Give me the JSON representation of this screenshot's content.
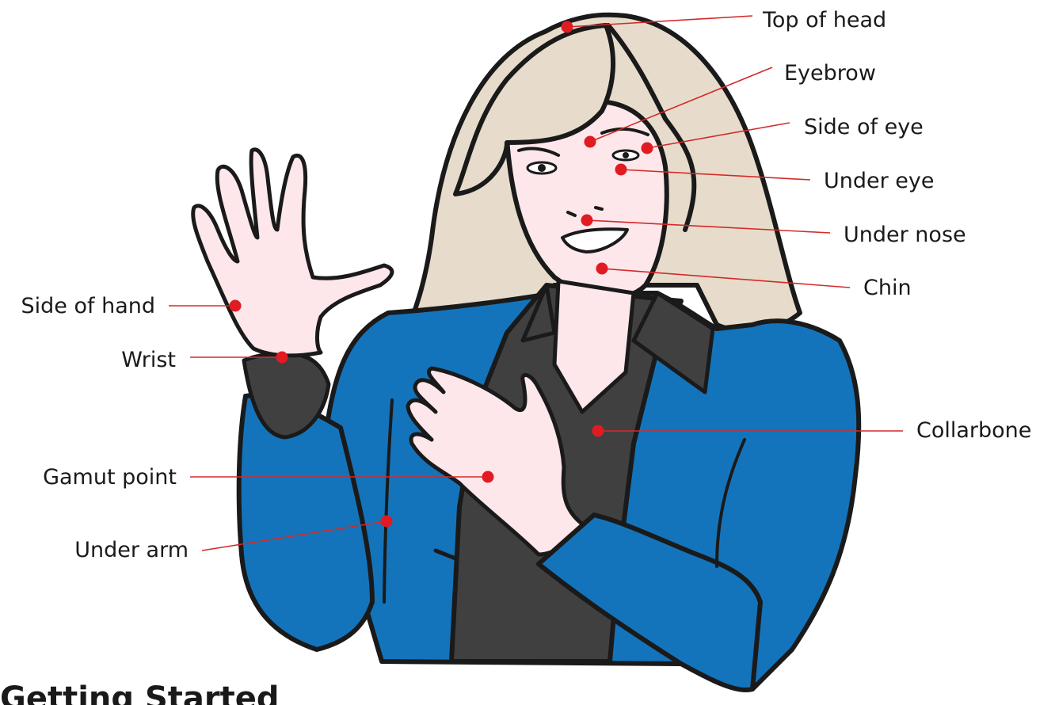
{
  "colors": {
    "hair": "#e7dccb",
    "skin": "#fde7ea",
    "jacket": "#1474bb",
    "shirt": "#404040",
    "outline": "#1a1a1a",
    "point": "#e11b22",
    "leader": "#d32a2a"
  },
  "points": [
    {
      "id": "top-of-head",
      "label": "Top of head"
    },
    {
      "id": "eyebrow",
      "label": "Eyebrow"
    },
    {
      "id": "side-of-eye",
      "label": "Side of eye"
    },
    {
      "id": "under-eye",
      "label": "Under eye"
    },
    {
      "id": "under-nose",
      "label": "Under nose"
    },
    {
      "id": "chin",
      "label": "Chin"
    },
    {
      "id": "collarbone",
      "label": "Collarbone"
    },
    {
      "id": "side-of-hand",
      "label": "Side of hand"
    },
    {
      "id": "wrist",
      "label": "Wrist"
    },
    {
      "id": "gamut-point",
      "label": "Gamut point"
    },
    {
      "id": "under-arm",
      "label": "Under arm"
    }
  ],
  "section_heading": "Getting Started"
}
